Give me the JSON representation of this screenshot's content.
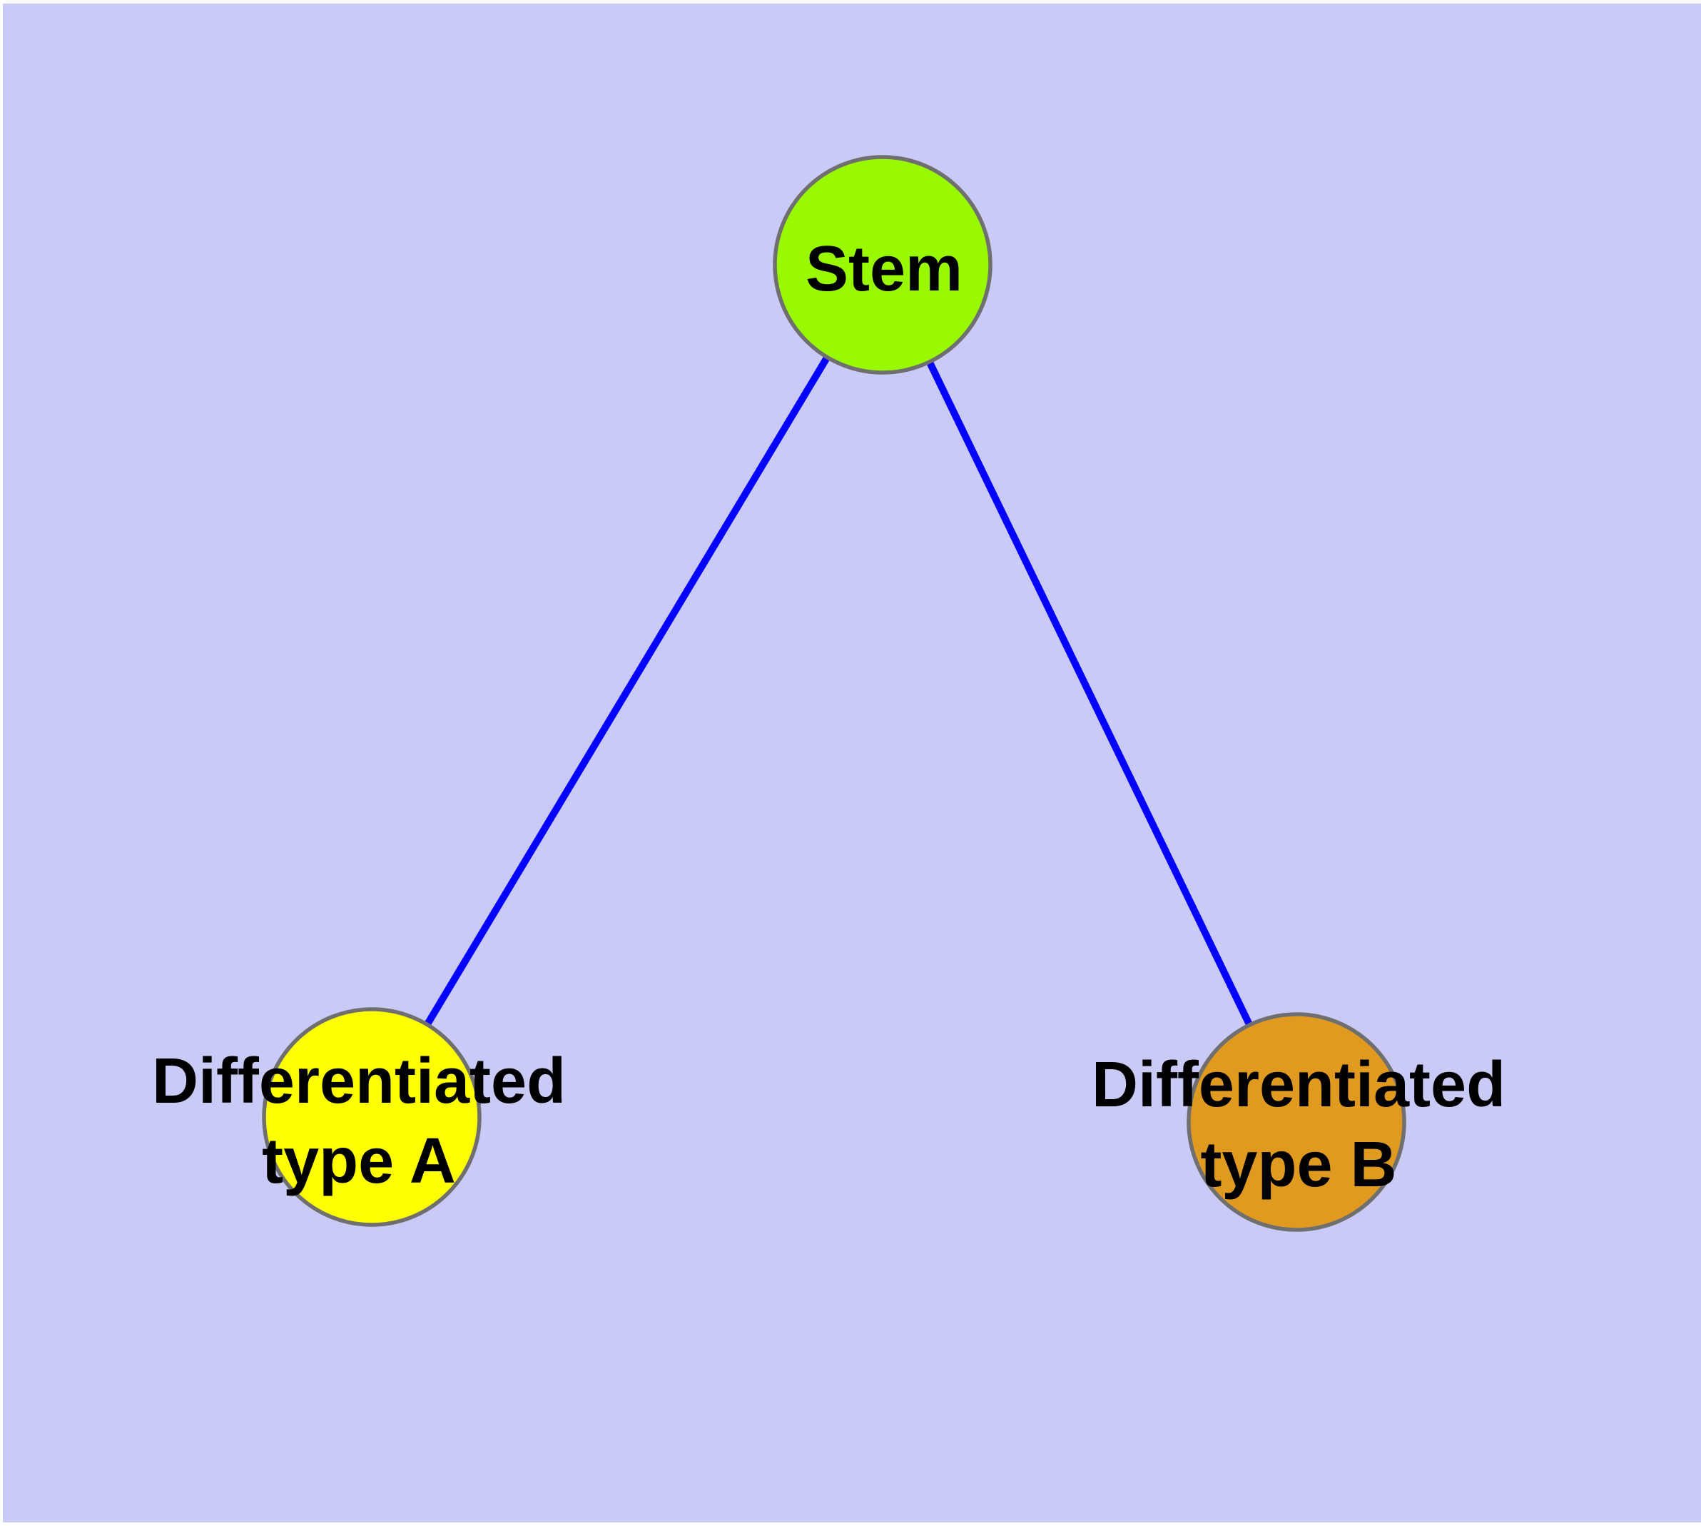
{
  "diagram": {
    "type": "graph",
    "description": "Cell differentiation graph: one stem node connected to two differentiated cell type nodes",
    "background_color": "#CACAF7",
    "edge_color": "#0202FE",
    "node_border_color": "#6F6F6F",
    "label_color": "#000000",
    "nodes": [
      {
        "id": "stem",
        "label": "Stem",
        "label_line1": "Stem",
        "label_line2": "",
        "fill_color": "#99FA00"
      },
      {
        "id": "typeA",
        "label": "Differentiated type A",
        "label_line1": "Differentiated",
        "label_line2": "type A",
        "fill_color": "#FFFF00"
      },
      {
        "id": "typeB",
        "label": "Differentiated type B",
        "label_line1": "Differentiated",
        "label_line2": "type B",
        "fill_color": "#E19A20"
      }
    ],
    "edges": [
      {
        "from": "stem",
        "to": "typeA"
      },
      {
        "from": "stem",
        "to": "typeB"
      }
    ]
  }
}
